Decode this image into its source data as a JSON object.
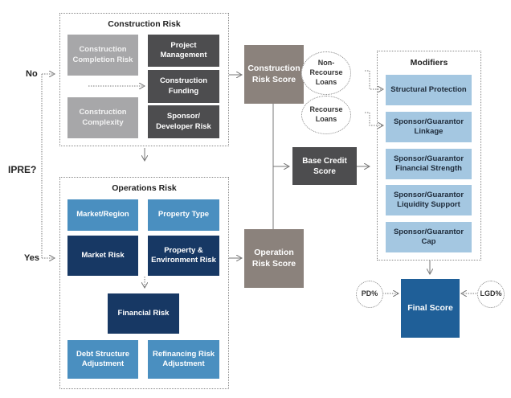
{
  "construction": {
    "title": "Construction Risk",
    "completion": "Construction Completion Risk",
    "complexity": "Construction Complexity",
    "project": "Project Management",
    "funding": "Construction Funding",
    "sponsor": "Sponsor/ Developer Risk"
  },
  "operations": {
    "title": "Operations Risk",
    "market_region": "Market/Region",
    "property_type": "Property Type",
    "market_risk": "Market Risk",
    "property_env": "Property & Environment Risk",
    "financial": "Financial Risk",
    "debt": "Debt Structure Adjustment",
    "refi": "Refinancing Risk Adjustment"
  },
  "decision": {
    "question": "IPRE?",
    "no": "No",
    "yes": "Yes"
  },
  "scores": {
    "construction": "Construction Risk Score",
    "operation": "Operation Risk Score",
    "base": "Base Credit Score",
    "final": "Final Score"
  },
  "loans": {
    "non_recourse": "Non- Recourse Loans",
    "recourse": "Recourse Loans"
  },
  "modifiers": {
    "title": "Modifiers",
    "items": [
      "Structural Protection",
      "Sponsor/Guarantor Linkage",
      "Sponsor/Guarantor Financial Strength",
      "Sponsor/Guarantor Liquidity Support",
      "Sponsor/Guarantor Cap"
    ]
  },
  "inputs": {
    "pd": "PD%",
    "lgd": "LGD%"
  },
  "colors": {
    "light_gray": "#a7a7a9",
    "dark_gray": "#4d4d4f",
    "taupe": "#8b827c",
    "blue": "#4a8fc0",
    "navy": "#173864",
    "light_blue": "#a4c7e1",
    "final_blue": "#1f5f98"
  }
}
